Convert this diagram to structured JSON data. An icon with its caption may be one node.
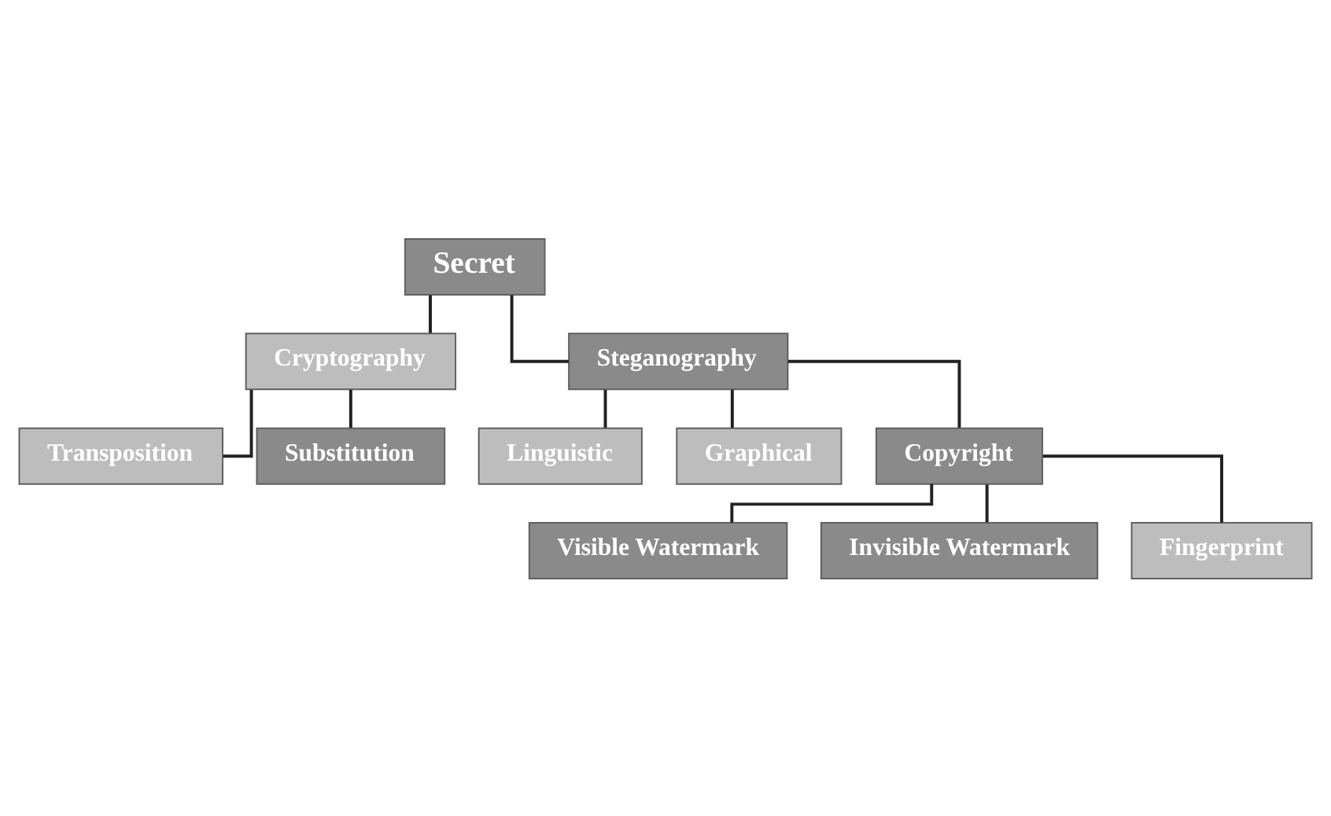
{
  "diagram": {
    "nodes": [
      {
        "text": [
          "Secret"
        ]
      },
      {
        "text": [
          "Cryptography"
        ]
      },
      {
        "text": [
          "Transposition"
        ]
      },
      {
        "text": [
          "Substitution"
        ]
      },
      {
        "text": [
          "Steganography"
        ]
      },
      {
        "text": [
          "Linguistic"
        ]
      },
      {
        "text": [
          "Graphical"
        ]
      },
      {
        "text": [
          "Copyright"
        ]
      },
      {
        "text": [
          "Visible Watermark"
        ]
      },
      {
        "text": [
          "Invisible Watermark"
        ]
      },
      {
        "text": [
          "Fingerprint"
        ]
      }
    ],
    "edges": [
      {
        "from": 0,
        "to": 1,
        "arrow": "none"
      },
      {
        "from": 1,
        "to": 2,
        "arrow": "none"
      },
      {
        "from": 1,
        "to": 3,
        "arrow": "none"
      },
      {
        "from": 0,
        "to": 4,
        "arrow": "none"
      },
      {
        "from": 4,
        "to": 5,
        "arrow": "none"
      },
      {
        "from": 4,
        "to": 6,
        "arrow": "none"
      },
      {
        "from": 4,
        "to": 7,
        "arrow": "none"
      },
      {
        "from": 7,
        "to": 8,
        "arrow": "none"
      },
      {
        "from": 7,
        "to": 9,
        "arrow": "none"
      },
      {
        "from": 7,
        "to": 10,
        "arrow": "none"
      }
    ]
  }
}
